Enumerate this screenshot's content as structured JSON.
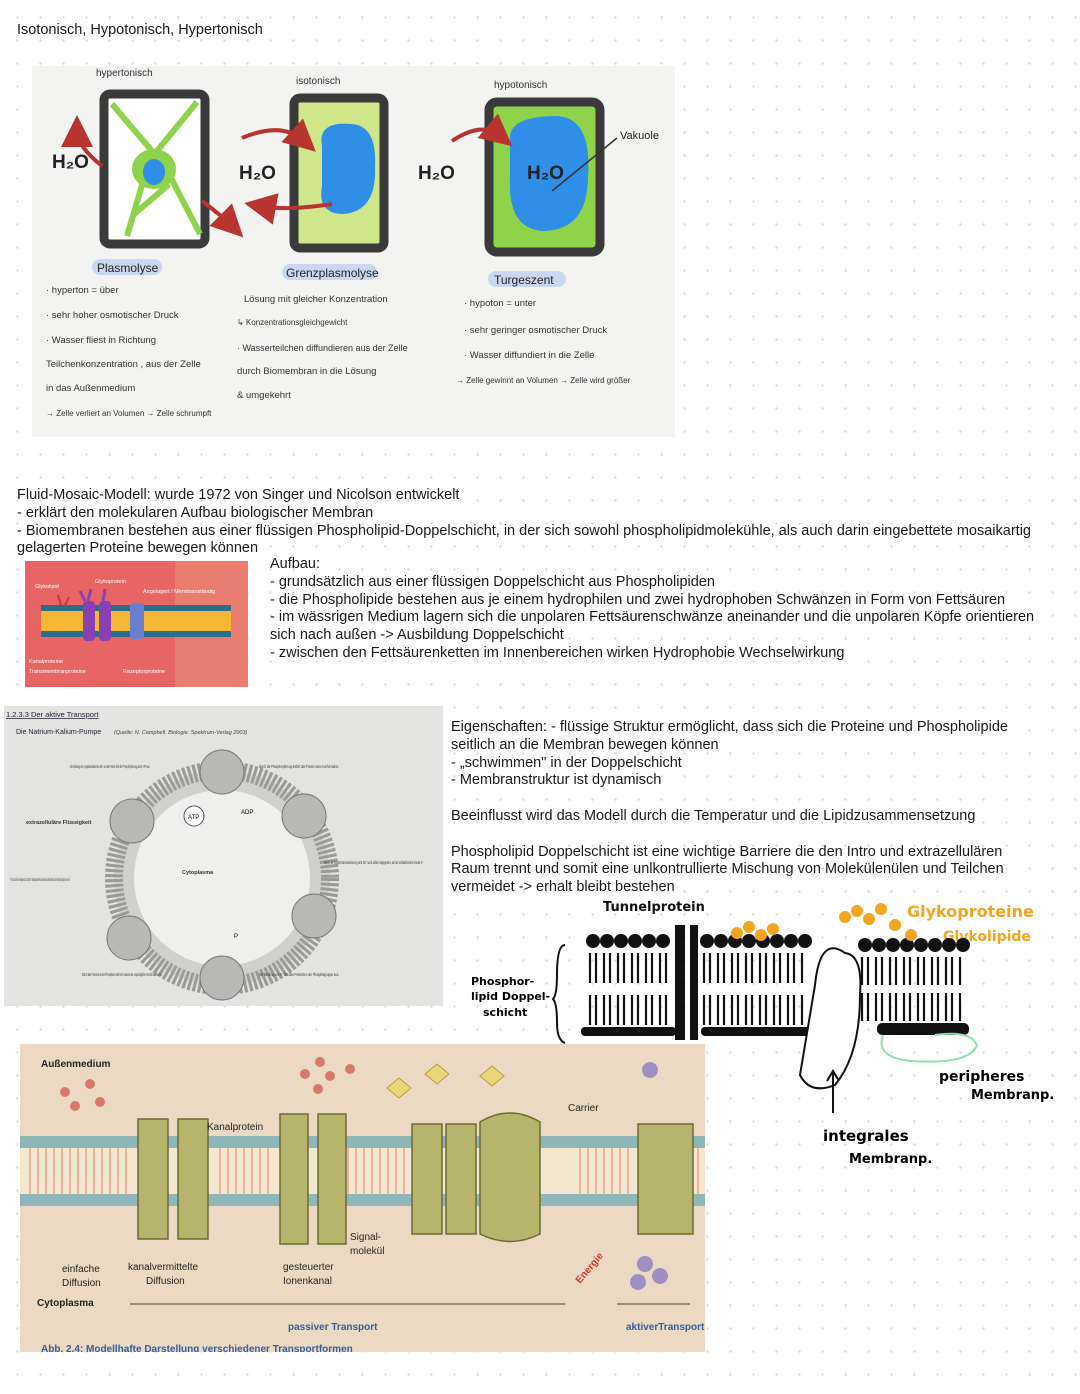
{
  "heading": "Isotonisch, Hypotonisch, Hypertonisch",
  "osmosis_figure": {
    "cells": [
      {
        "tag": "hypertonisch",
        "water": "H₂O",
        "name": "Plasmolyse",
        "notes": [
          "· hyperton = über",
          "· sehr hoher osmotischer Druck",
          "· Wasser fliest in Richtung",
          "Teilchenkonzentration , aus der Zelle",
          "in das Außenmedium",
          "→ Zelle verliert an Volumen → Zelle schrumpft"
        ]
      },
      {
        "tag": "isotonisch",
        "water": "H₂O",
        "name": "Grenzplasmolyse",
        "notes": [
          "Lösung mit gleicher Konzentration",
          "↳ Konzentrationsgleichgewicht",
          "· Wasserteilchen diffundieren aus der Zelle",
          "durch Biomembran in die Lösung",
          "& umgekehrt"
        ]
      },
      {
        "tag": "hypotonisch",
        "water": "H₂O",
        "name": "Turgeszent",
        "notes": [
          "· hypoton = unter",
          "· sehr geringer osmotischer Druck",
          "· Wasser diffundiert in die Zelle",
          "→ Zelle gewinnt an Volumen → Zelle wird größer"
        ]
      }
    ],
    "middle_water": "H₂O",
    "vacuole_label": "Vakuole"
  },
  "fluid_mosaic": {
    "intro": "Fluid-Mosaic-Modell: wurde 1972 von Singer und Nicolson entwickelt\n- erklärt den molekularen Aufbau biologischer Membran\n- Biomembranen bestehen aus einer flüssigen Phospholipid-Doppelschicht, in der sich sowohl phospholipidmolekühle, als auch darin eingebettete mosaikartig gelagerten Proteine bewegen können",
    "aufbau": "Aufbau:\n- grundsätzlich aus einer flüssigen Doppelschicht aus Phospholipiden\n- die Phospholipide bestehen aus je einem hydrophilen und zwei hydrophoben Schwänzen in Form von Fettsäuren\n- im wässrigen Medium lagern sich die unpolaren Fettsäurenschwänze aneinander und die unpolaren Köpfe orientieren sich nach außen -> Ausbildung Doppelschicht\n- zwischen den Fettsäurenketten im Innenbereichen wirken Hydrophobie Wechselwirkung",
    "eigenschaften": "Eigenschaften: - flüssige Struktur ermöglicht, dass sich die Proteine und Phospholipide seitlich an die Membran bewegen können\n- „schwimmen\" in der Doppelschicht\n- Membranstruktur ist dynamisch\n\nBeeinflusst wird das Modell durch die Temperatur und die Lipidzusammensetzung\n\nPhospholipid Doppelschicht ist eine wichtige Barriere die den Intro und extrazellulären Raum trennt und somit eine unlkontrullierte Mischung von Molekülenülen und Teilchen vermeidet -> erhalt bleibt bestehen"
  },
  "small_membrane_figure": {
    "labels": [
      "Glykolipid",
      "Glykoprotein",
      "Angelagert / Membranständig",
      "Kanalproteine",
      "Transmembranproteine",
      "Rezeptorproteine"
    ]
  },
  "pump_figure": {
    "section": "1.2.3.3 Der aktive Transport",
    "title": "Die Natrium-Kalium-Pumpe",
    "source": "(Quelle: N. Campbell. Biologie. Spektrum-Verlag 2003)",
    "outside": "extrazelluläre Flüssigkeit",
    "inside": "Cytoplasma",
    "steps": [
      "Die Bindung des cytoplasmatischen Na⁺ an das Protein löst die Phosphorylierung durch ATP aus.",
      "Durch die Phosphorylierung ändert das Protein seine Konformation.",
      "Durch die Konformationsänderung wird Na⁺ nach außen abgegeben; auf der Zellaußenseite bindet K⁺.",
      "Die Bindung von K⁺ löst das Freisetzen der Phosphatgruppe aus.",
      "Durch das Freisetzen des Phosphats stellt sich wieder die ursprüngliche Konformation ein.",
      "K⁺ wird nach innen freigesetzt, und die Na⁺-Bindungsstellen sind wieder aufnahmebereit; der Kreislauf beginnt von vorn."
    ],
    "atp": "ATP",
    "adp": "ADP",
    "p": "P"
  },
  "hand_drawing": {
    "tunnel": "Tunnelprotein",
    "glyco_protein": "Glykoproteine",
    "glyco_lipid": "Glykolipide",
    "bilayer": [
      "Phosphor-",
      "lipid Doppel-",
      "schicht"
    ],
    "peripheral": [
      "peripheres",
      "Membranp."
    ],
    "integral": [
      "integrales",
      "Membranp."
    ]
  },
  "transport_figure": {
    "outside": "Außenmedium",
    "inside": "Cytoplasma",
    "channel_protein": "Kanalprotein",
    "carrier": "Carrier",
    "signal": [
      "Signal-",
      "molekül"
    ],
    "energy": "Energie",
    "types": [
      [
        "einfache",
        "Diffusion"
      ],
      [
        "kanalvermittelte",
        "Diffusion"
      ],
      [
        "gesteuerter",
        "Ionenkanal"
      ]
    ],
    "passive": "passiver Transport",
    "active": "aktiverTransport",
    "caption": "Abb. 2.4: Modellhafte Darstellung verschiedener Transportformen"
  },
  "colors": {
    "cell_green": "#8fd34a",
    "vacuole_blue": "#2f8fe6",
    "arrow_red": "#b8342e",
    "glyco_orange": "#f2a51f",
    "peripheral_green": "#8fe0b0",
    "membrane_head": "#2c6e8a"
  }
}
